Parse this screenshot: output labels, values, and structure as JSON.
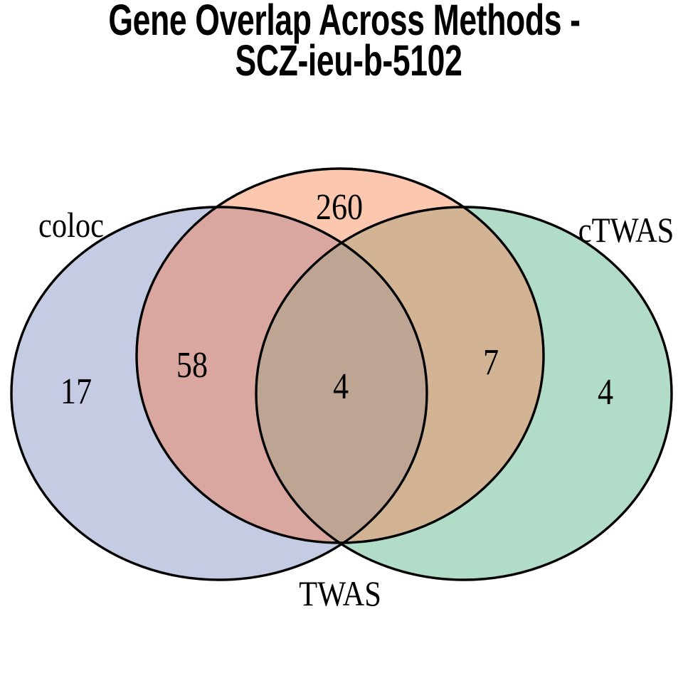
{
  "title": {
    "line1": "Gene Overlap Across Methods -",
    "line2": "SCZ-ieu-b-5102"
  },
  "chart_data": {
    "type": "venn",
    "title": "Gene Overlap Across Methods - SCZ-ieu-b-5102",
    "sets": [
      "coloc",
      "TWAS",
      "cTWAS"
    ],
    "regions": [
      {
        "sets": [
          "coloc"
        ],
        "value": 17
      },
      {
        "sets": [
          "TWAS"
        ],
        "value": 260
      },
      {
        "sets": [
          "cTWAS"
        ],
        "value": 4
      },
      {
        "sets": [
          "coloc",
          "TWAS"
        ],
        "value": 58
      },
      {
        "sets": [
          "TWAS",
          "cTWAS"
        ],
        "value": 7
      },
      {
        "sets": [
          "coloc",
          "TWAS",
          "cTWAS"
        ],
        "value": 4
      }
    ],
    "legend_position": "none",
    "layout": "three-ellipse euler, coloc left, TWAS middle-top, cTWAS right, tangent at bottom"
  },
  "colors": {
    "background": "#ffffff",
    "outline": "#000000",
    "text": "#000000",
    "coloc_fill": "#c5cbe3",
    "twas_fill": "#fbc8af",
    "ctwas_fill": "#b1dcc8",
    "coloc_twas_fill": "#d9a7a0",
    "twas_ctwas_fill": "#d2b394",
    "triple_fill": "#bea492"
  }
}
